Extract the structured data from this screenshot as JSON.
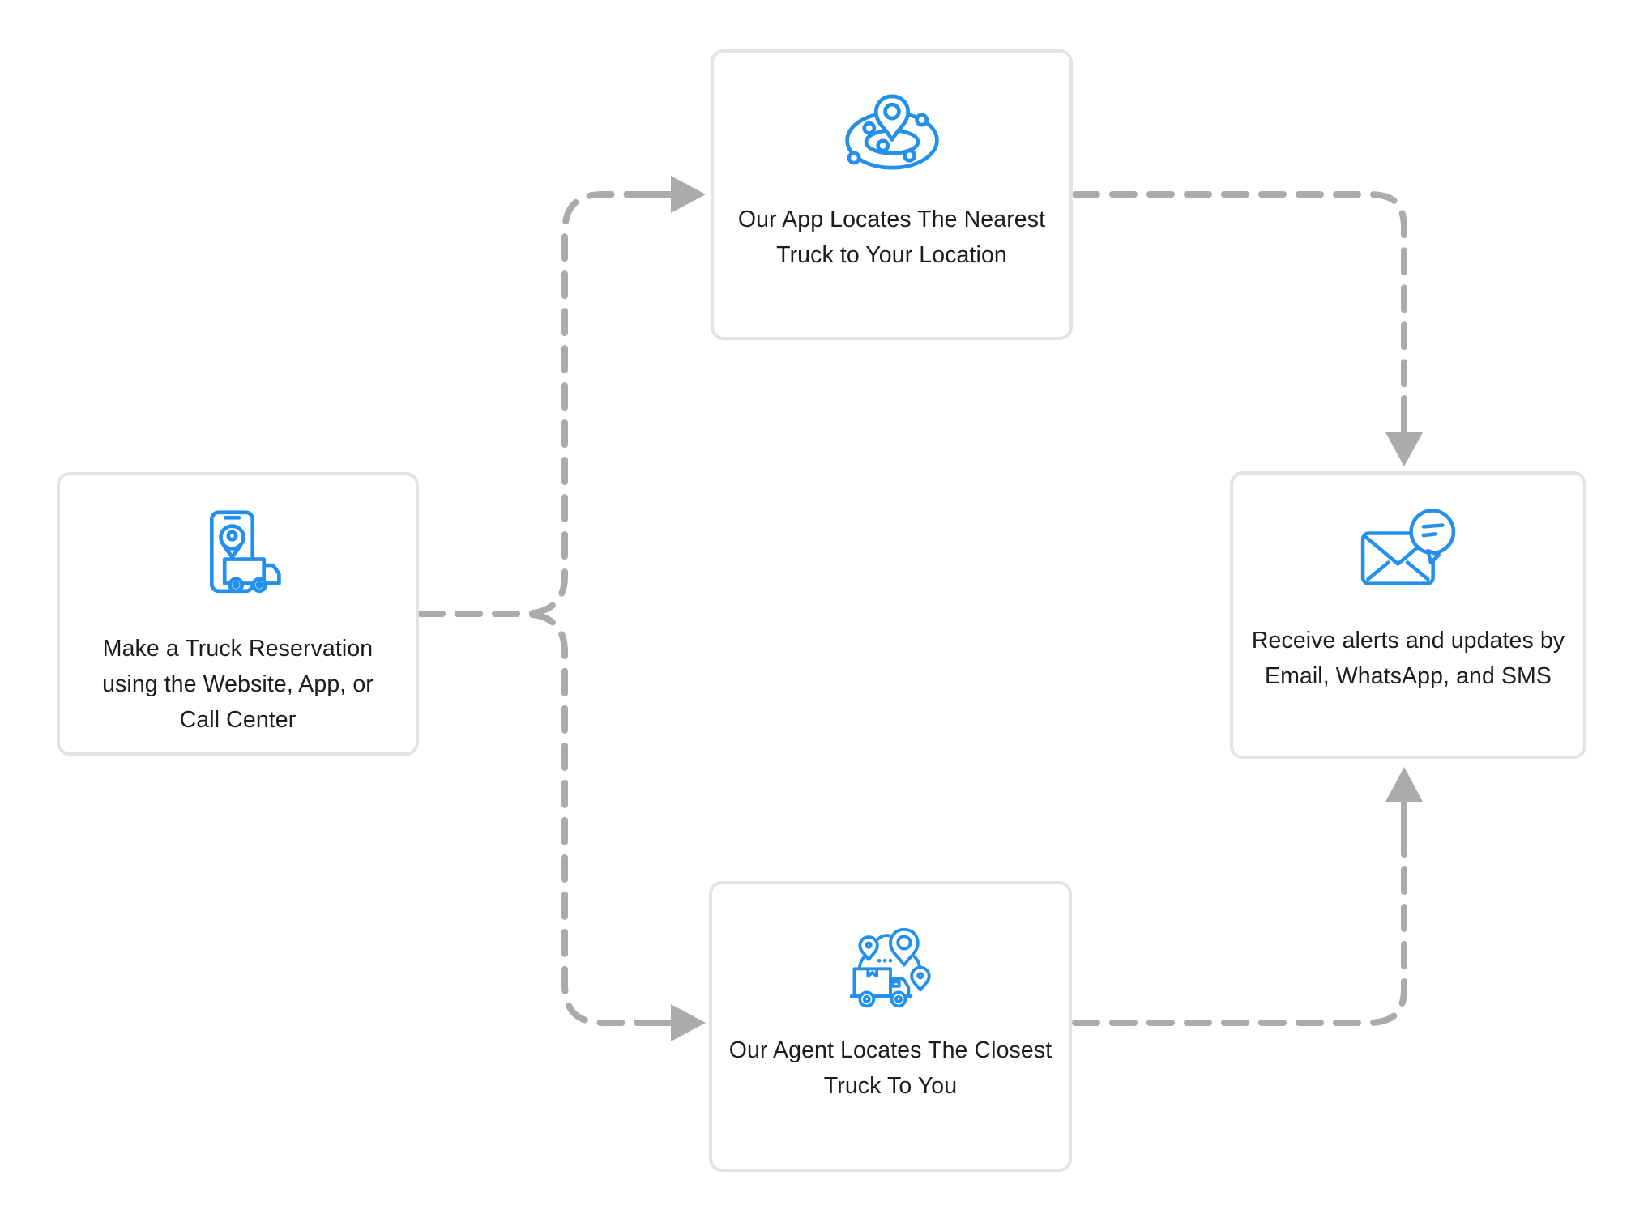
{
  "theme": {
    "background": "#FFFFFF",
    "card_bg": "#FFFFFF",
    "card_border": "#E3E3E3",
    "text": "#1C1C1E",
    "accent": "#2490EB",
    "connector": "#ABABAB"
  },
  "flow": {
    "nodes": [
      {
        "id": "reservation",
        "icon": "phone-truck-reservation-icon",
        "label": "Make a Truck Reservation using the Website, App, or Call Center"
      },
      {
        "id": "app-locates",
        "icon": "geo-location-radar-icon",
        "label": "Our App Locates The Nearest Truck to Your Location"
      },
      {
        "id": "agent-locates",
        "icon": "truck-route-pins-icon",
        "label": "Our Agent Locates The Closest Truck To You"
      },
      {
        "id": "alerts",
        "icon": "email-chat-notification-icon",
        "label": "Receive alerts and updates by Email, WhatsApp, and SMS"
      }
    ],
    "connections": [
      {
        "from": "reservation",
        "to": "app-locates"
      },
      {
        "from": "reservation",
        "to": "agent-locates"
      },
      {
        "from": "app-locates",
        "to": "alerts"
      },
      {
        "from": "agent-locates",
        "to": "alerts"
      }
    ]
  }
}
